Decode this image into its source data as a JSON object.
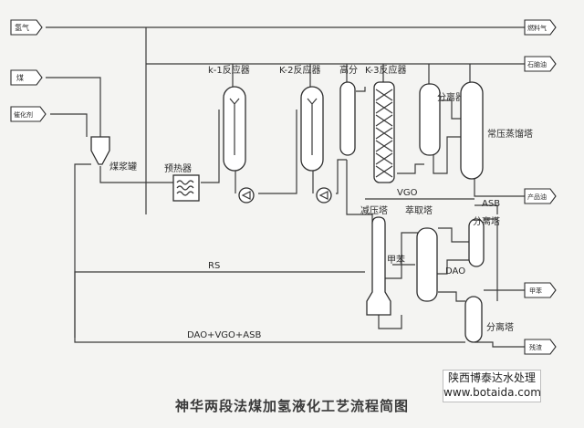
{
  "feeds_left": {
    "hydrogen": "氢气",
    "coal": "煤",
    "catalyst": "催化剂"
  },
  "products_right": {
    "fuel_gas": "燃料气",
    "naphtha": "石脑油",
    "product_oil": "产品油",
    "toluene": "甲苯",
    "residue": "残渣"
  },
  "equipment": {
    "slurry_tank": "煤浆罐",
    "preheater": "预热器",
    "reactor_k1": "k-1反应器",
    "reactor_k2": "K-2反应器",
    "hp_separator": "高分",
    "reactor_k3": "K-3反应器",
    "separator": "分离器",
    "atm_column": "常压蒸馏塔",
    "vacuum_column": "减压塔",
    "extraction_column": "萃取塔",
    "separation_tower_1": "分离塔",
    "separation_tower_2": "分离塔"
  },
  "streams": {
    "vgo": "VGO",
    "asb": "ASB",
    "dao": "DAO",
    "rs": "RS",
    "toluene_stream": "甲苯",
    "recycle": "DAO+VGO+ASB"
  },
  "caption": "神华两段法煤加氢液化工艺流程简图",
  "watermark": {
    "line1": "陕西博泰达水处理",
    "line2": "www.botaida.com"
  }
}
